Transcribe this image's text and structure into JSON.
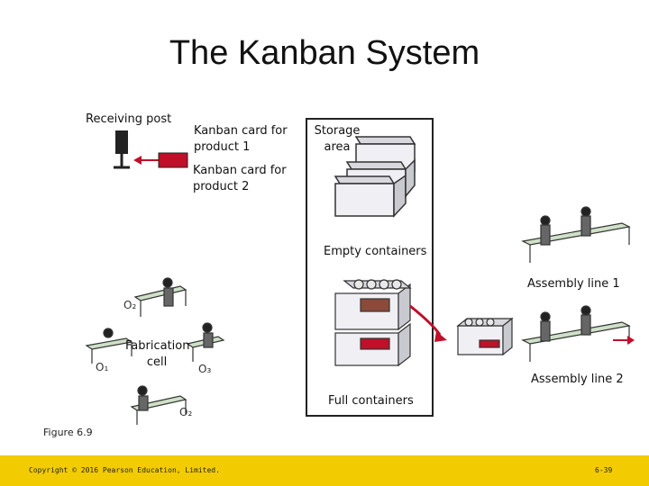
{
  "title": "The Kanban System",
  "labels": {
    "receiving_post": "Receiving post",
    "kanban_card_product1": "Kanban card for product 1",
    "kanban_card_product2": "Kanban card for product 2",
    "storage_area": "Storage area",
    "empty_containers": "Empty containers",
    "assembly_line_1": "Assembly line 1",
    "assembly_line_2": "Assembly line 2",
    "full_containers": "Full containers",
    "fabrication_cell": "Fabrication cell",
    "o1": "O₁",
    "o2_top": "O₂",
    "o2_bottom": "O₂",
    "o3": "O₃",
    "figure": "Figure 6.9"
  },
  "footer": {
    "copyright": "Copyright © 2016 Pearson Education, Limited.",
    "page": "6-39"
  },
  "colors": {
    "footer_bar": "#f2cc00",
    "kanban_card": "#c0102a",
    "arrow": "#c0102a",
    "container_face": "#f0f0f4"
  }
}
